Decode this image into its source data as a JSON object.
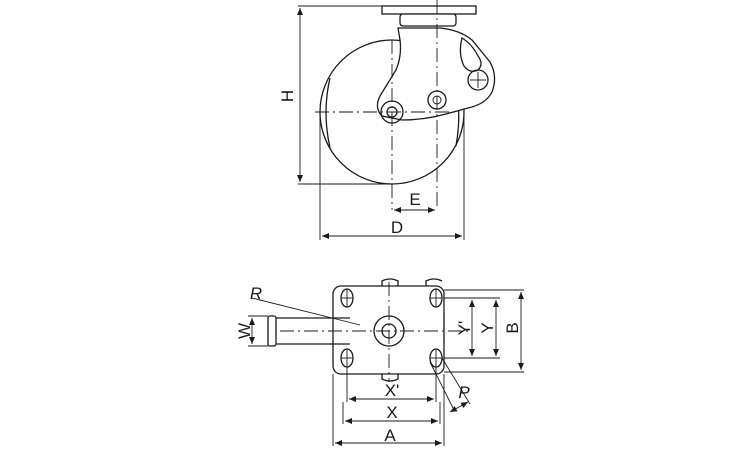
{
  "dimension_labels": {
    "H": "H",
    "E": "E",
    "D": "D",
    "R": "R",
    "W": "W",
    "Y_prime": "Y'",
    "Y": "Y",
    "B": "B",
    "X_prime": "X'",
    "X": "X",
    "P": "P",
    "A": "A"
  },
  "colors": {
    "line": "#1a1a1a",
    "background": "#ffffff"
  }
}
